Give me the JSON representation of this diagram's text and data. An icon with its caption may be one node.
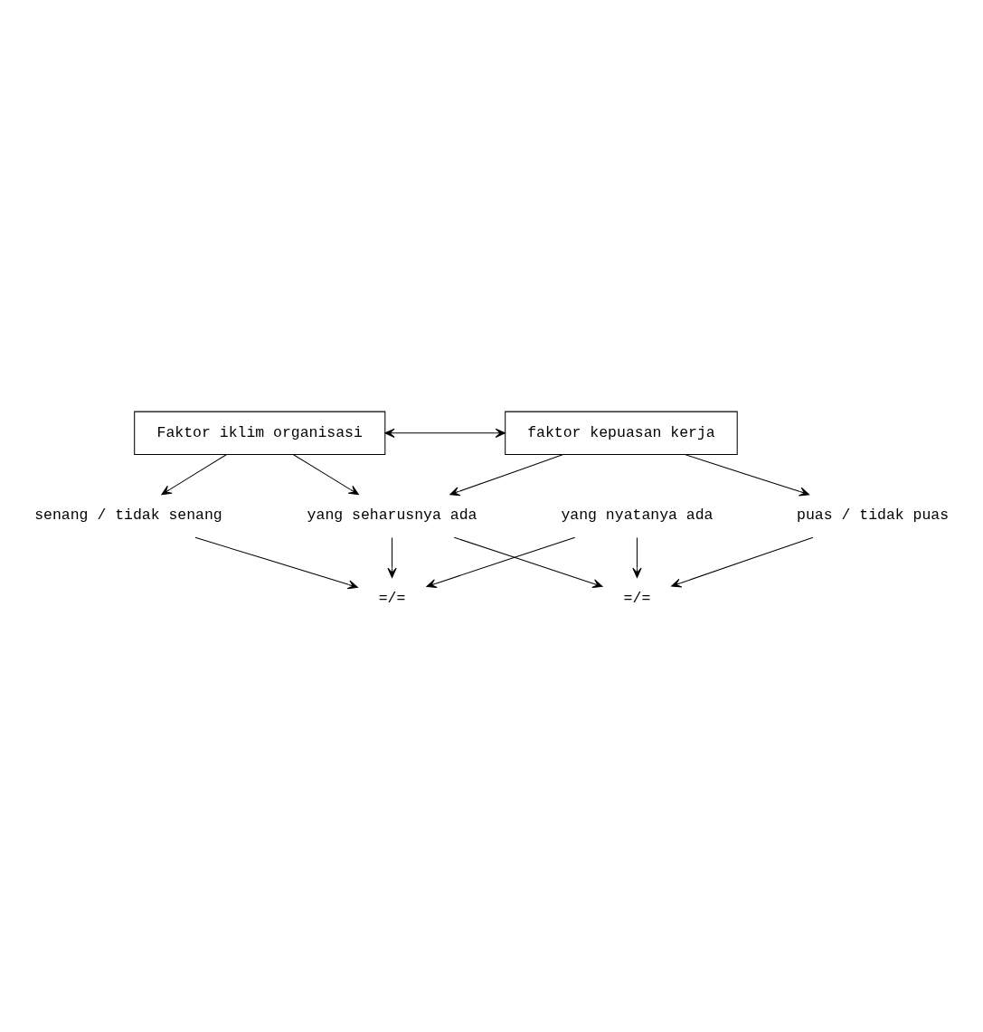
{
  "diagram": {
    "nodes": [
      {
        "text": [
          "Faktor iklim organisasi"
        ]
      },
      {
        "text": [
          "faktor kepuasan kerja"
        ]
      },
      {
        "text": [
          "yang seharusnya ada"
        ]
      },
      {
        "text": [
          "senang / tidak senang"
        ]
      },
      {
        "text": [
          "=/="
        ]
      },
      {
        "text": [
          "=/="
        ]
      },
      {
        "text": [
          "puas / tidak puas"
        ]
      },
      {
        "text": [
          "yang nyatanya ada"
        ]
      }
    ],
    "edges": [
      {
        "from": 0,
        "to": 1,
        "arrow": "both"
      },
      {
        "from": 0,
        "to": 3,
        "arrow": "to"
      },
      {
        "from": 0,
        "to": 2,
        "arrow": "to"
      },
      {
        "from": 1,
        "to": 2,
        "arrow": "to"
      },
      {
        "from": 1,
        "to": 6,
        "arrow": "to"
      },
      {
        "from": 2,
        "to": 4,
        "arrow": "to"
      },
      {
        "from": 2,
        "to": 5,
        "arrow": "to"
      },
      {
        "from": 3,
        "to": 4,
        "arrow": "to"
      },
      {
        "from": 7,
        "to": 4,
        "arrow": "to"
      },
      {
        "from": 6,
        "to": 5,
        "arrow": "to"
      },
      {
        "from": 7,
        "to": 5,
        "arrow": "to"
      }
    ]
  }
}
